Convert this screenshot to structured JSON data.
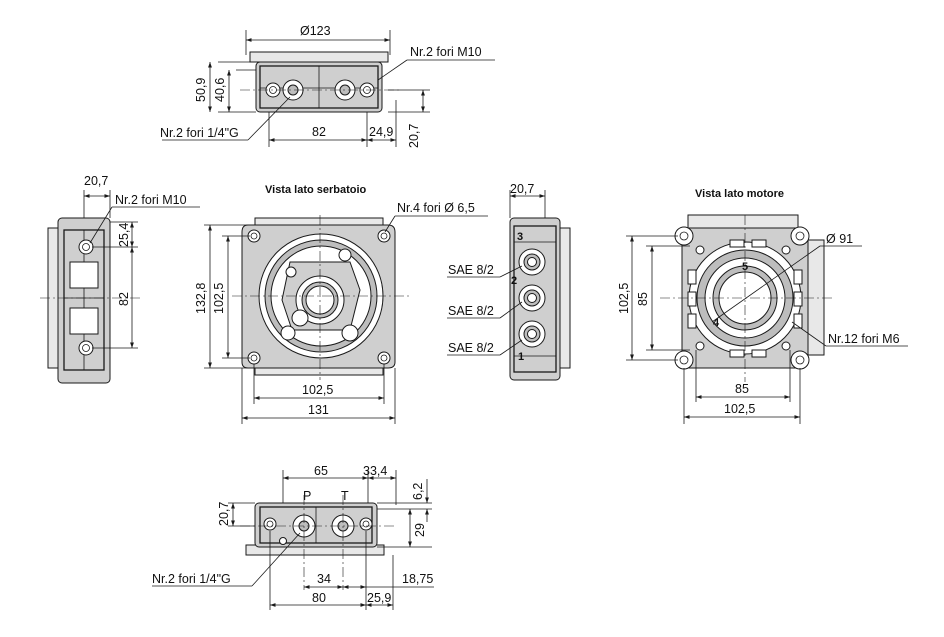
{
  "top_view": {
    "dia": "Ø123",
    "holes_m10": "Nr.2 fori M10",
    "h_total": "50,9",
    "h_body": "40,6",
    "holes_g": "Nr.2 fori 1/4\"G",
    "w_centers": "82",
    "w_offset": "24,9",
    "h_port": "20,7"
  },
  "left_view": {
    "w_top": "20,7",
    "holes_m10": "Nr.2 fori M10",
    "h_small": "25,4",
    "h_centers": "82"
  },
  "tank_view": {
    "title": "Vista lato serbatoio",
    "holes": "Nr.4 fori Ø 6,5",
    "h_outer": "132,8",
    "h_inner": "102,5",
    "w_inner": "102,5",
    "w_outer": "131"
  },
  "side_view": {
    "w_top": "20,7",
    "ports": [
      "SAE 8/2",
      "SAE 8/2",
      "SAE 8/2"
    ],
    "nums": [
      "3",
      "2",
      "1"
    ]
  },
  "motor_view": {
    "title": "Vista lato motore",
    "dia": "Ø 91",
    "h_outer": "102,5",
    "h_inner": "85",
    "holes": "Nr.12 fori M6",
    "w_inner": "85",
    "w_outer": "102,5",
    "nums": [
      "5",
      "4"
    ]
  },
  "bottom_view": {
    "w_65": "65",
    "w_334": "33,4",
    "h_62": "6,2",
    "h_207": "20,7",
    "h_29": "29",
    "label_p": "P",
    "label_t": "T",
    "holes_g": "Nr.2 fori 1/4\"G",
    "w_34": "34",
    "w_1875": "18,75",
    "w_80": "80",
    "w_259": "25,9"
  },
  "colors": {
    "line": "#1a1a1a",
    "fill": "#cfcfcf",
    "bg": "#ffffff"
  }
}
